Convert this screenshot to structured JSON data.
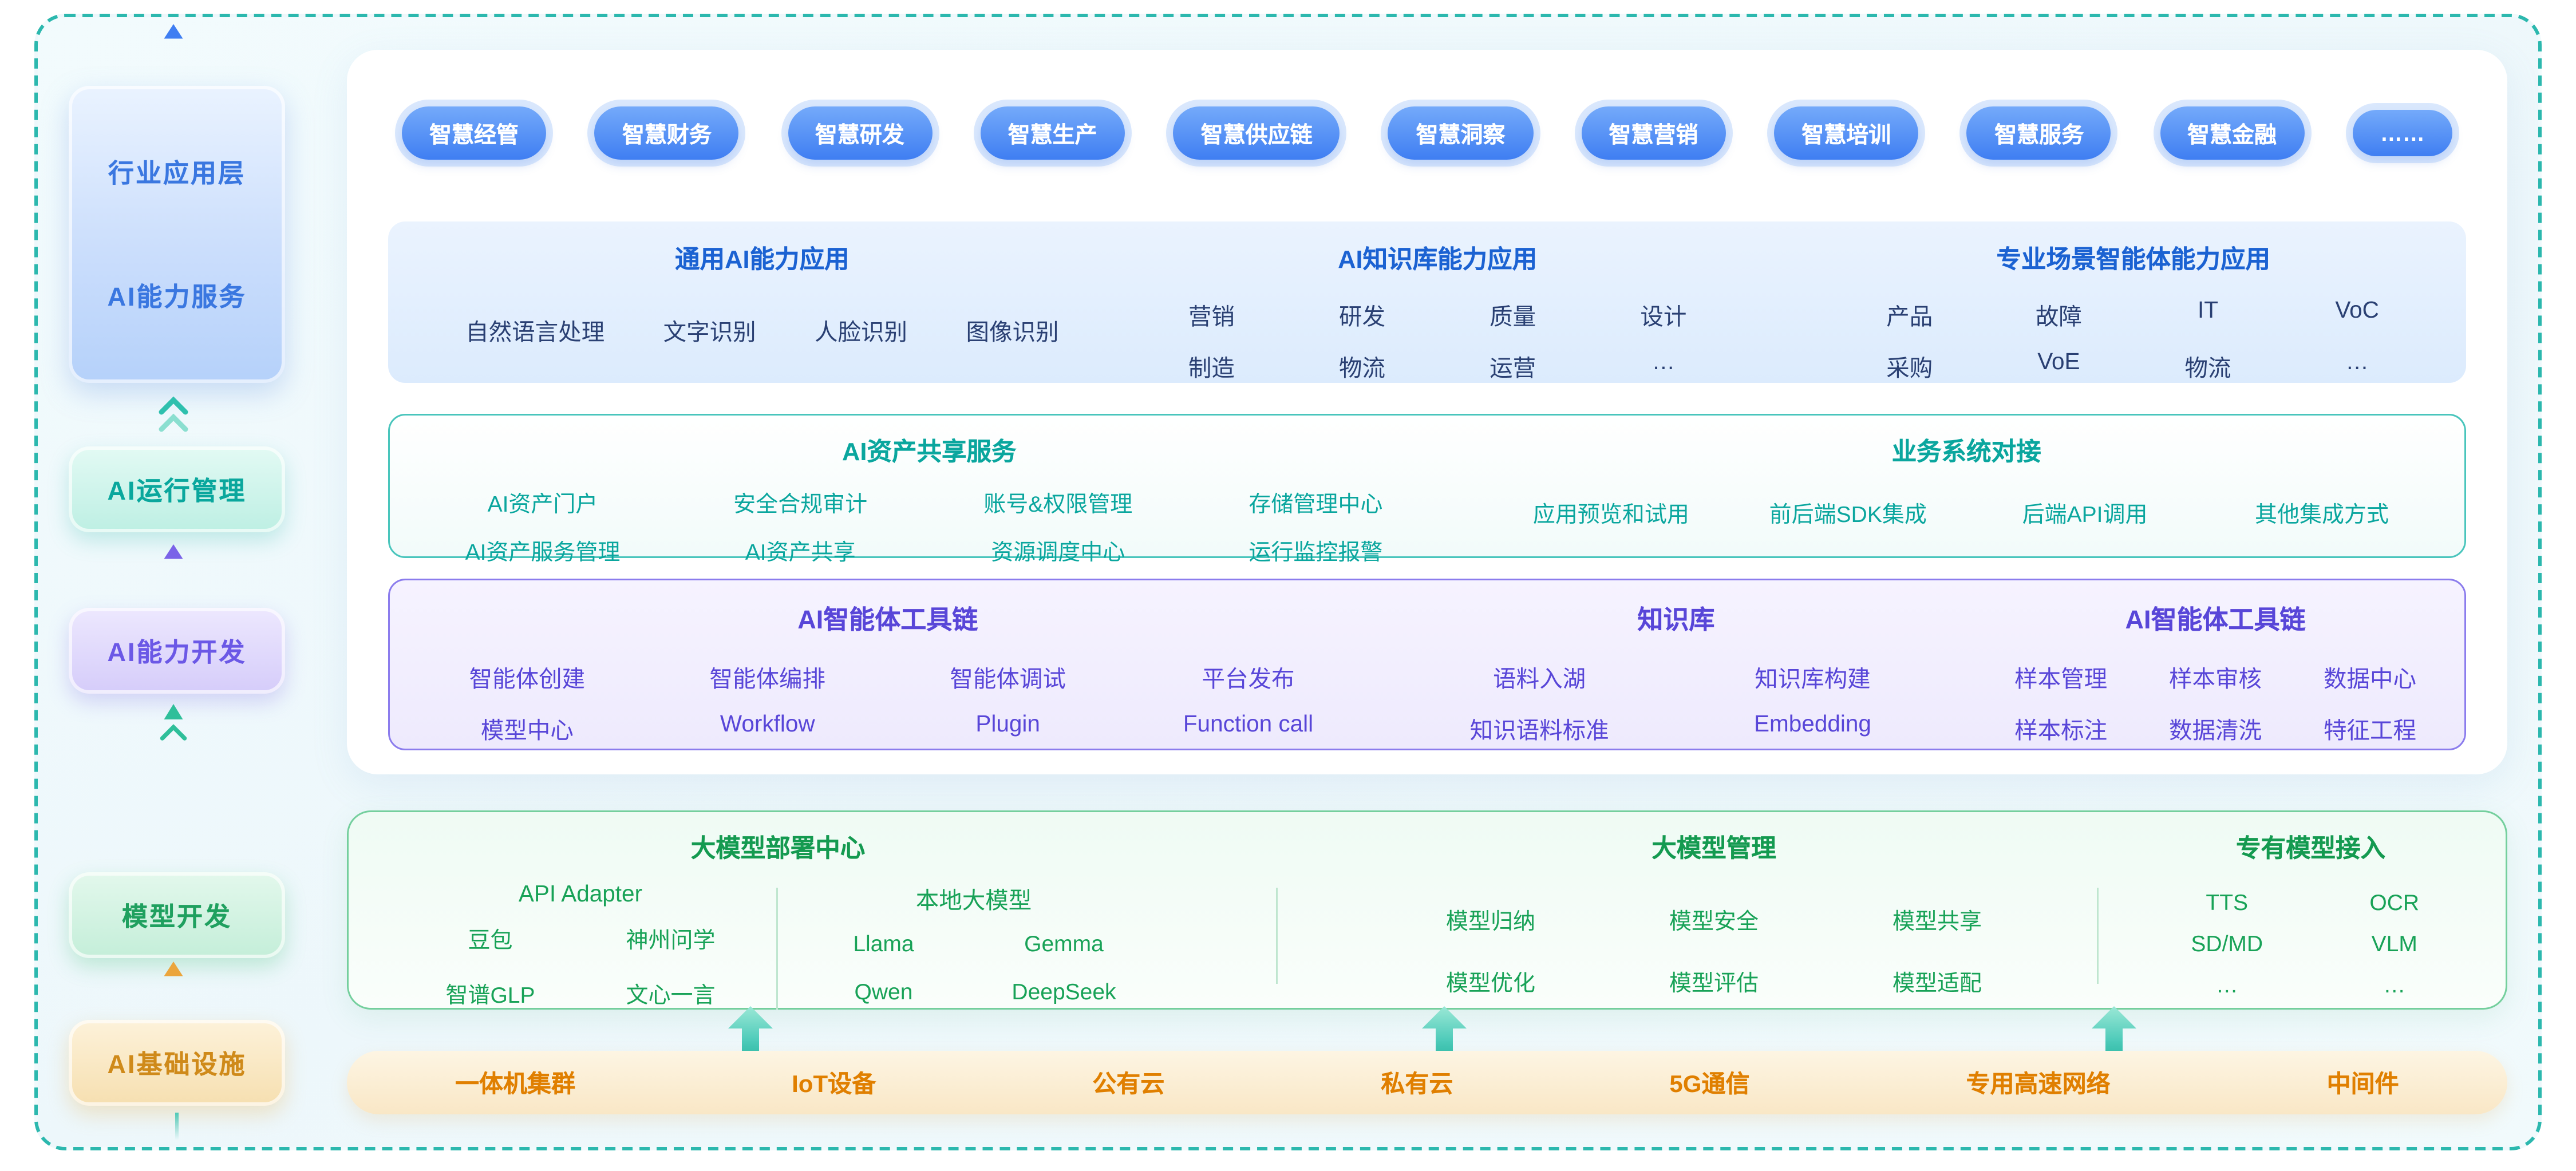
{
  "palette": {
    "frame_border": "#2cb8ae",
    "pill_blue": "#3f7ef2",
    "blue_title": "#1b62d2",
    "teal": "#0aa69e",
    "purple": "#5846d8",
    "green": "#149a50",
    "orange": "#e07f00"
  },
  "sidebar": {
    "app_layer": {
      "top_label": "行业应用层",
      "bottom_label": "AI能力服务"
    },
    "ops_label": "AI运行管理",
    "dev_label": "AI能力开发",
    "model_label": "模型开发",
    "infra_label": "AI基础设施"
  },
  "pills": [
    "智慧经管",
    "智慧财务",
    "智慧研发",
    "智慧生产",
    "智慧供应链",
    "智慧洞察",
    "智慧营销",
    "智慧培训",
    "智慧服务",
    "智慧金融",
    "……"
  ],
  "capabilities": {
    "general": {
      "title": "通用AI能力应用",
      "items": [
        "自然语言处理",
        "文字识别",
        "人脸识别",
        "图像识别"
      ]
    },
    "knowledge": {
      "title": "AI知识库能力应用",
      "row1": [
        "营销",
        "研发",
        "质量",
        "设计"
      ],
      "row2": [
        "制造",
        "物流",
        "运营",
        "…"
      ]
    },
    "scenes": {
      "title": "专业场景智能体能力应用",
      "row1": [
        "产品",
        "故障",
        "IT",
        "VoC"
      ],
      "row2": [
        "采购",
        "VoE",
        "物流",
        "…"
      ]
    }
  },
  "assets": {
    "share": {
      "title": "AI资产共享服务",
      "row1": [
        "AI资产门户",
        "安全合规审计",
        "账号&权限管理",
        "存储管理中心"
      ],
      "row2": [
        "AI资产服务管理",
        "AI资产共享",
        "资源调度中心",
        "运行监控报警"
      ]
    },
    "connect": {
      "title": "业务系统对接",
      "items": [
        "应用预览和试用",
        "前后端SDK集成",
        "后端API调用",
        "其他集成方式"
      ]
    }
  },
  "tools": {
    "agent": {
      "title": "AI智能体工具链",
      "row1": [
        "智能体创建",
        "智能体编排",
        "智能体调试",
        "平台发布"
      ],
      "row2": [
        "模型中心",
        "Workflow",
        "Plugin",
        "Function call"
      ]
    },
    "kb": {
      "title": "知识库",
      "row1": [
        "语料入湖",
        "知识库构建"
      ],
      "row2": [
        "知识语料标准",
        "Embedding"
      ]
    },
    "data": {
      "title": "AI智能体工具链",
      "row1": [
        "样本管理",
        "样本审核",
        "数据中心"
      ],
      "row2": [
        "样本标注",
        "数据清洗",
        "特征工程"
      ]
    }
  },
  "models": {
    "deploy": {
      "title": "大模型部署中心",
      "api": {
        "title": "API Adapter",
        "row1": [
          "豆包",
          "神州问学"
        ],
        "row2": [
          "智谱GLP",
          "文心一言"
        ]
      },
      "local": {
        "title": "本地大模型",
        "row1": [
          "Llama",
          "Gemma"
        ],
        "row2": [
          "Qwen",
          "DeepSeek"
        ]
      }
    },
    "mgmt": {
      "title": "大模型管理",
      "row1": [
        "模型归纳",
        "模型安全",
        "模型共享"
      ],
      "row2": [
        "模型优化",
        "模型评估",
        "模型适配"
      ]
    },
    "access": {
      "title": "专有模型接入",
      "row1": [
        "TTS",
        "OCR"
      ],
      "row2": [
        "SD/MD",
        "VLM"
      ],
      "row3": [
        "…",
        "…"
      ]
    }
  },
  "infra": {
    "items": [
      "一体机集群",
      "IoT设备",
      "公有云",
      "私有云",
      "5G通信",
      "专用高速网络",
      "中间件"
    ]
  }
}
